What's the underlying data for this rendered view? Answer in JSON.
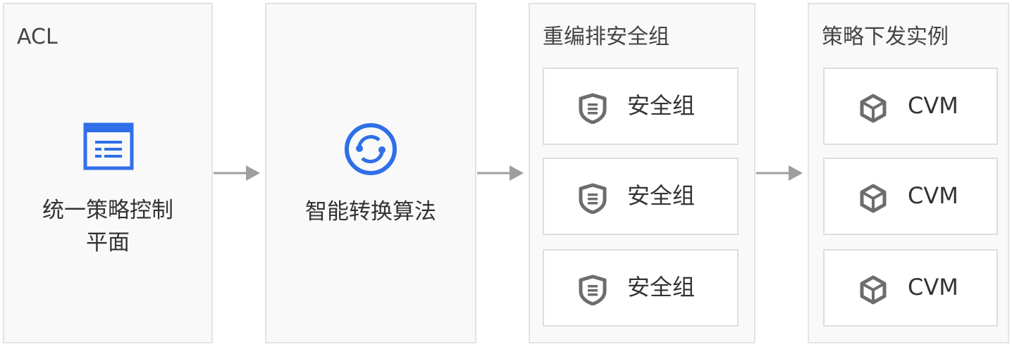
{
  "panels": {
    "acl": {
      "title": "ACL",
      "label_line1": "统一策略控制",
      "label_line2": "平面",
      "icon": "list-document-icon"
    },
    "algorithm": {
      "label": "智能转换算法",
      "icon": "sync-cycle-icon"
    },
    "security_groups": {
      "title": "重编排安全组",
      "items": [
        {
          "label": "安全组",
          "icon": "shield-icon"
        },
        {
          "label": "安全组",
          "icon": "shield-icon"
        },
        {
          "label": "安全组",
          "icon": "shield-icon"
        }
      ]
    },
    "instances": {
      "title": "策略下发实例",
      "items": [
        {
          "label": "CVM",
          "icon": "cube-icon"
        },
        {
          "label": "CVM",
          "icon": "cube-icon"
        },
        {
          "label": "CVM",
          "icon": "cube-icon"
        }
      ]
    }
  },
  "colors": {
    "accent": "#2f6fe8",
    "icon_gray": "#6d6d6d",
    "arrow": "#9e9e9e",
    "panel_bg": "#f9f9f9",
    "panel_border": "#e3e3e3"
  }
}
